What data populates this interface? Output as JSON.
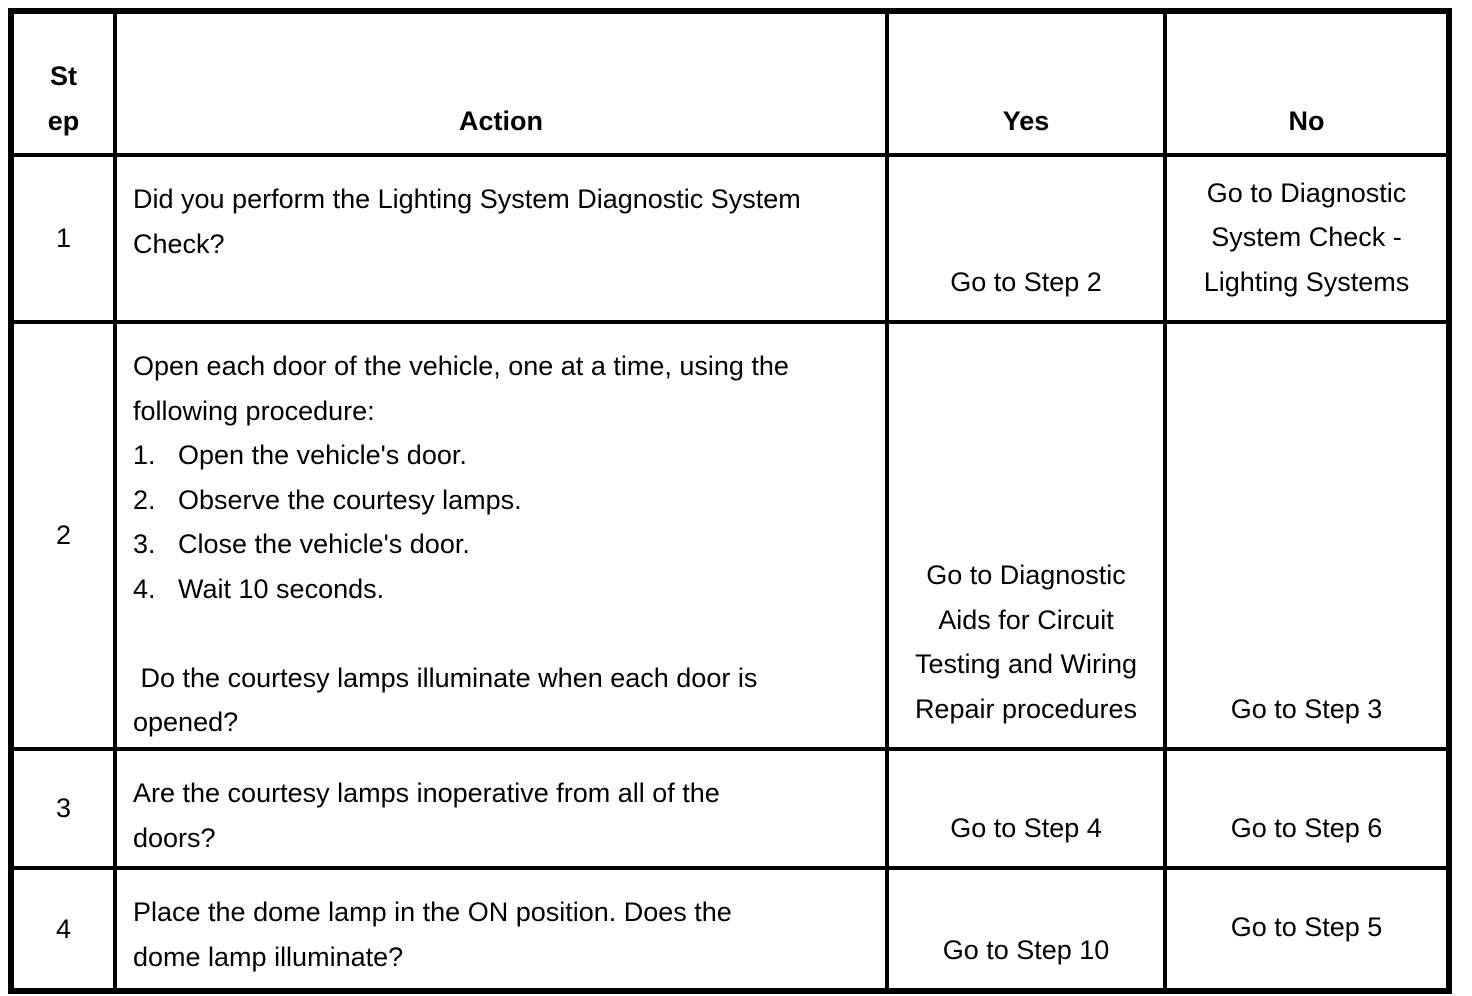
{
  "document": {
    "colors": {
      "text": "#000000",
      "background": "#ffffff",
      "border": "#000000"
    },
    "table": {
      "header": {
        "step": "St\nep",
        "action": "Action",
        "yes": "Yes",
        "no": "No"
      },
      "rows": [
        {
          "step": "1",
          "action": "Did you perform the Lighting System Diagnostic System\nCheck?",
          "yes": "Go to Step 2",
          "no": "Go to Diagnostic\nSystem Check -\nLighting Systems"
        },
        {
          "step": "2",
          "action": "Open each door of the vehicle, one at a time, using the\nfollowing procedure:\n1.   Open the vehicle's door.\n2.   Observe the courtesy lamps.\n3.   Close the vehicle's door.\n4.   Wait 10 seconds.\n\n Do the courtesy lamps illuminate when each door is\nopened?",
          "yes": "Go to Diagnostic\nAids for Circuit\nTesting and Wiring\nRepair procedures",
          "no": "Go to Step 3"
        },
        {
          "step": "3",
          "action": "Are the courtesy lamps inoperative from all of the\ndoors?",
          "yes": "Go to Step 4",
          "no": "Go to Step 6"
        },
        {
          "step": "4",
          "action": "Place the dome lamp in the ON position. Does the\ndome lamp illuminate?",
          "yes": "Go to Step 10",
          "no": "Go to Step 5"
        }
      ]
    }
  }
}
